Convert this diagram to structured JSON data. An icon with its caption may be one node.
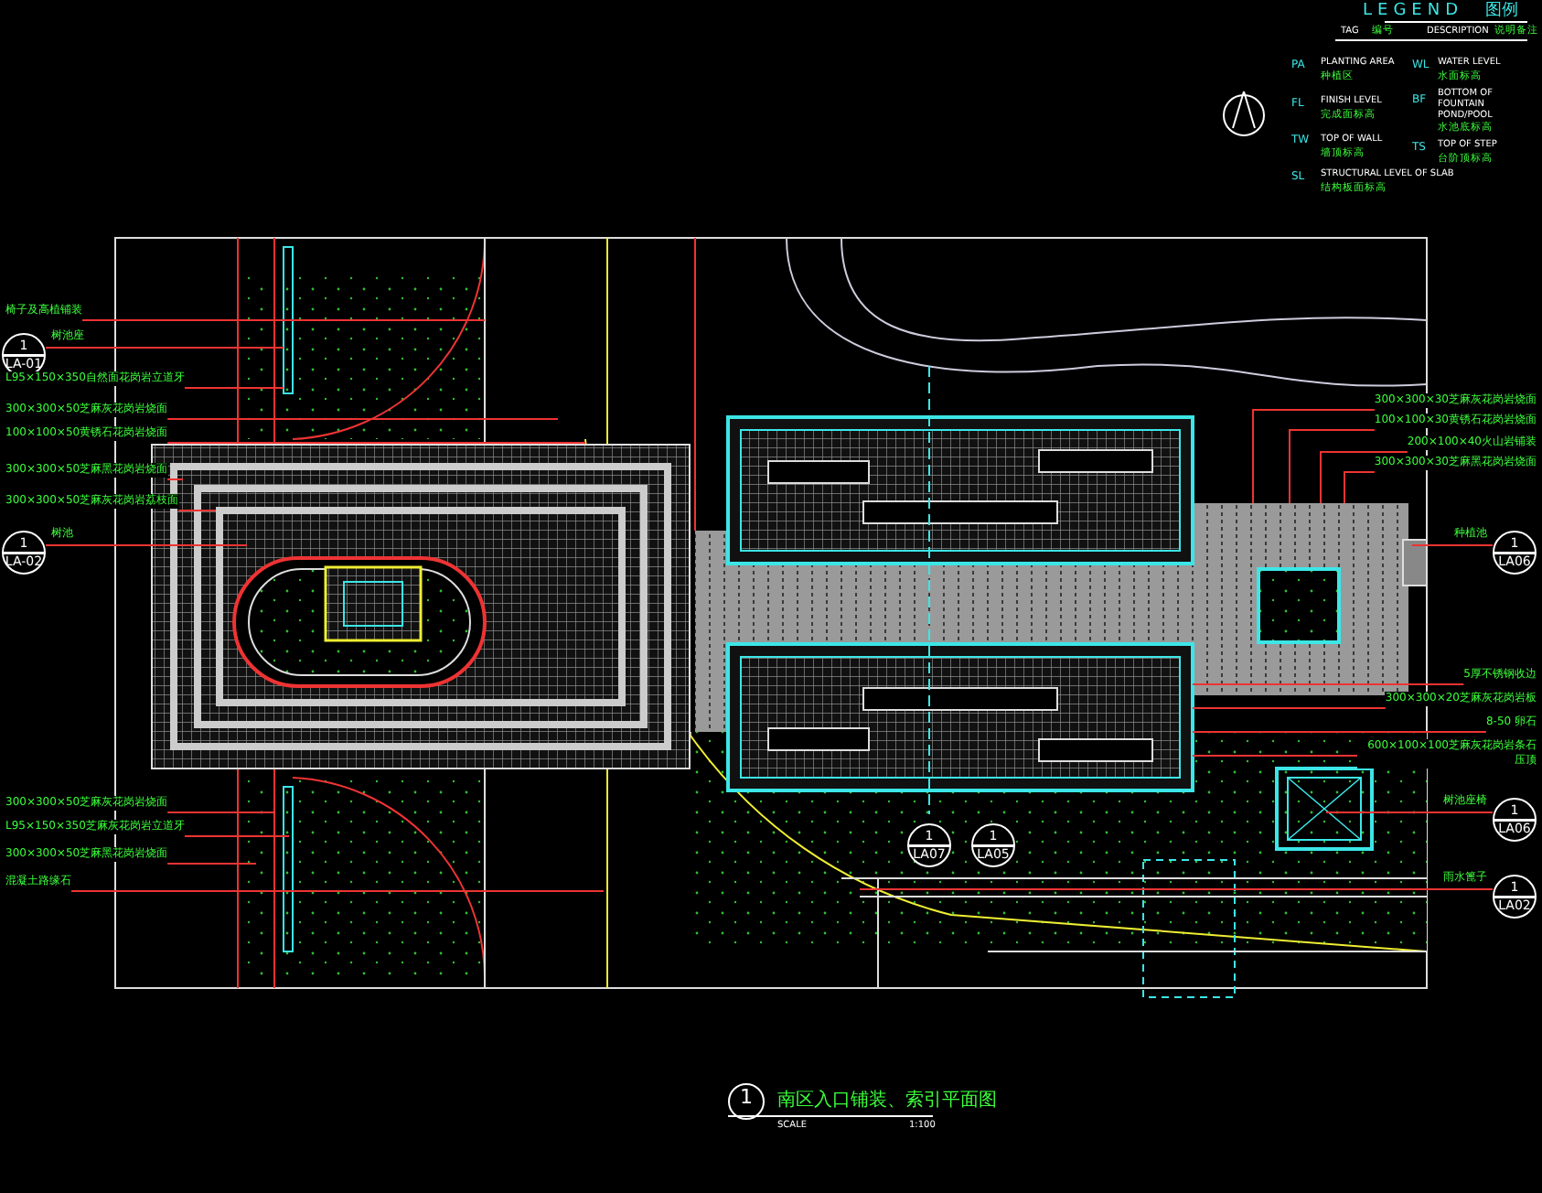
{
  "diagram": {
    "title": "南区入口铺装、索引平面图",
    "nodes": [
      {
        "text": [
          "椅子及高植铺装"
        ]
      },
      {
        "text": [
          "1",
          "LA-01"
        ],
        "beside": [
          "树池座"
        ]
      },
      {
        "text": [
          "L95×150×350自然面花岗岩立道牙"
        ]
      },
      {
        "text": [
          "300×300×50芝麻灰花岗岩烧面"
        ]
      },
      {
        "text": [
          "100×100×50黄锈石花岗岩烧面"
        ]
      },
      {
        "text": [
          "300×300×50芝麻黑花岗岩烧面"
        ]
      },
      {
        "text": [
          "300×300×50芝麻灰花岗岩荔枝面"
        ]
      },
      {
        "text": [
          "1",
          "LA-02"
        ],
        "beside": [
          "树池"
        ]
      },
      {
        "text": [
          "300×300×50芝麻灰花岗岩烧面"
        ]
      },
      {
        "text": [
          "L95×150×350芝麻灰花岗岩立道牙"
        ]
      },
      {
        "text": [
          "300×300×50芝麻黑花岗岩烧面"
        ]
      },
      {
        "text": [
          "混凝土路缘石"
        ]
      },
      {
        "text": [
          "300×300×30芝麻灰花岗岩烧面"
        ]
      },
      {
        "text": [
          "100×100×30黄锈石花岗岩烧面"
        ]
      },
      {
        "text": [
          "200×100×40火山岩铺装"
        ]
      },
      {
        "text": [
          "300×300×30芝麻黑花岗岩烧面"
        ]
      },
      {
        "text": [
          "1",
          "LA06"
        ],
        "beside": [
          "种植池"
        ]
      },
      {
        "text": [
          "5厚不锈钢收边"
        ]
      },
      {
        "text": [
          "300×300×20芝麻灰花岗岩板"
        ]
      },
      {
        "text": [
          "8-50 卵石"
        ]
      },
      {
        "text": [
          "600×100×100芝麻灰花岗岩条石压顶"
        ]
      },
      {
        "text": [
          "1",
          "LA06"
        ],
        "beside": [
          "树池座椅"
        ]
      },
      {
        "text": [
          "1",
          "LA02"
        ],
        "beside": [
          "雨水篦子"
        ]
      },
      {
        "text": [
          "1",
          "LA07"
        ]
      },
      {
        "text": [
          "1",
          "LA05"
        ]
      },
      {
        "text": [
          "1"
        ]
      }
    ],
    "edges": [
      {
        "from": 0,
        "to": null,
        "arrow": "none"
      },
      {
        "from": 1,
        "to": null,
        "arrow": "none"
      },
      {
        "from": 2,
        "to": null,
        "arrow": "none"
      },
      {
        "from": 3,
        "to": null,
        "arrow": "none"
      },
      {
        "from": 4,
        "to": null,
        "arrow": "none"
      },
      {
        "from": 5,
        "to": null,
        "arrow": "none"
      },
      {
        "from": 6,
        "to": null,
        "arrow": "none"
      },
      {
        "from": 7,
        "to": null,
        "arrow": "none"
      },
      {
        "from": 8,
        "to": null,
        "arrow": "none"
      },
      {
        "from": 9,
        "to": null,
        "arrow": "none"
      },
      {
        "from": 10,
        "to": null,
        "arrow": "none"
      },
      {
        "from": 11,
        "to": null,
        "arrow": "none"
      },
      {
        "from": 12,
        "to": null,
        "arrow": "none"
      },
      {
        "from": 13,
        "to": null,
        "arrow": "none"
      },
      {
        "from": 14,
        "to": null,
        "arrow": "none"
      },
      {
        "from": 15,
        "to": null,
        "arrow": "none"
      },
      {
        "from": 16,
        "to": null,
        "arrow": "none"
      },
      {
        "from": 17,
        "to": null,
        "arrow": "none"
      },
      {
        "from": 18,
        "to": null,
        "arrow": "none"
      },
      {
        "from": 19,
        "to": null,
        "arrow": "none"
      },
      {
        "from": 20,
        "to": null,
        "arrow": "none"
      },
      {
        "from": 21,
        "to": null,
        "arrow": "none"
      },
      {
        "from": 22,
        "to": null,
        "arrow": "none"
      }
    ],
    "labels": [
      "LEGEND",
      "图例",
      "TAG",
      "编号",
      "DESCRIPTION",
      "说明备注",
      "PA",
      "PLANTING AREA",
      "种植区",
      "WL",
      "WATER LEVEL",
      "水面标高",
      "FL",
      "FINISH LEVEL",
      "完成面标高",
      "BF",
      "BOTTOM OF FOUNTAIN POND/POOL",
      "水池底标高",
      "TW",
      "TOP OF WALL",
      "墙顶标高",
      "TS",
      "TOP OF STEP",
      "台阶顶标高",
      "SL",
      "STRUCTURAL LEVEL OF SLAB",
      "结构板面标高",
      "SCALE",
      "1:100"
    ]
  }
}
